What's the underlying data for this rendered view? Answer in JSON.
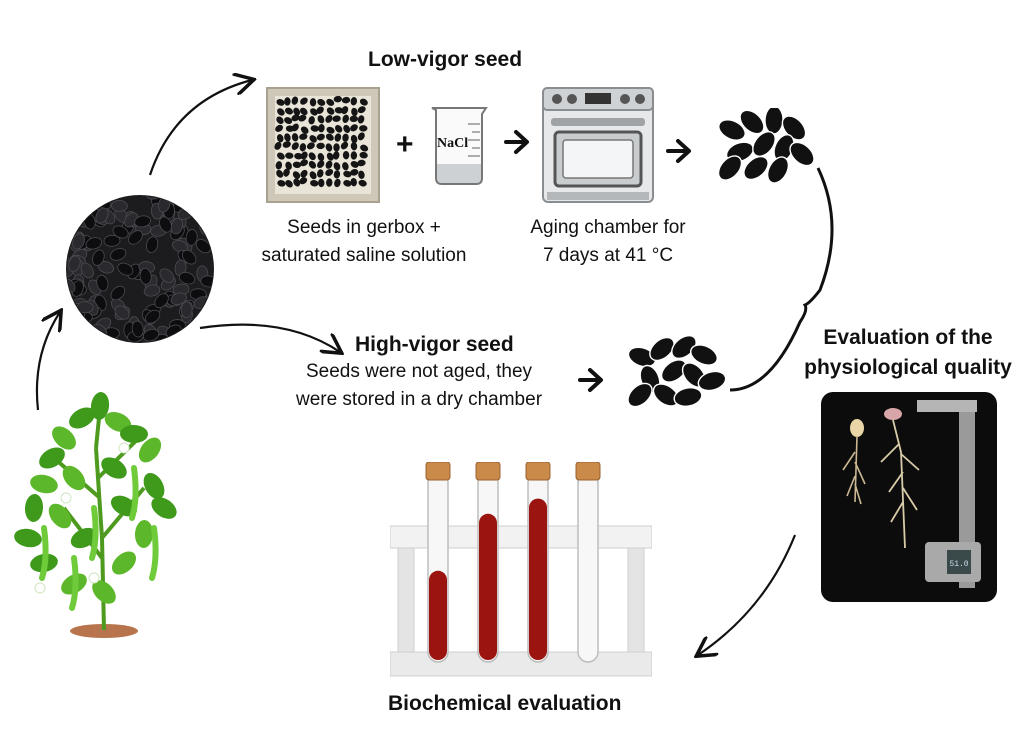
{
  "title_low": "Low-vigor seed",
  "caption_gerbox": [
    "Seeds in gerbox +",
    "saturated saline solution"
  ],
  "caption_chamber": [
    "Aging chamber for",
    "7 days at 41 °C"
  ],
  "nacl_label": "NaCl",
  "plus_sign": "+",
  "title_high": "High-vigor seed",
  "caption_high": [
    "Seeds were not aged, they",
    "were stored in a dry chamber"
  ],
  "title_eval": [
    "Evaluation of the",
    "physiological quality"
  ],
  "title_biochem": "Biochemical evaluation",
  "caliper_reading": "51.0"
}
